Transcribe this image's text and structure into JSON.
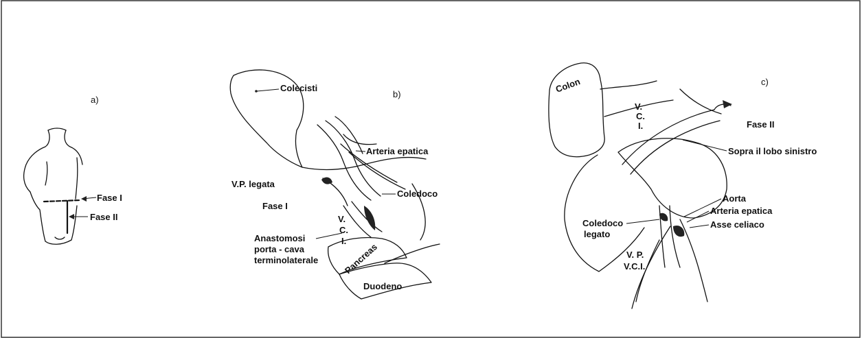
{
  "colors": {
    "ink": "#111111",
    "paper": "#ffffff",
    "frame": "#333333"
  },
  "panel_a": {
    "letter": "a)",
    "label_fase1": "Fase I",
    "label_fase2": "Fase II"
  },
  "panel_b": {
    "letter": "b)",
    "labels": {
      "colecisti": "Colecisti",
      "arteria_epatica": "Arteria epatica",
      "vp_legata": "V.P.  legata",
      "coledoco": "Coledoco",
      "fase1": "Fase I",
      "vci_v": "V.",
      "vci_c": "C.",
      "vci_i": "I.",
      "anastomosi_1": "Anastomosi",
      "anastomosi_2": "porta - cava",
      "anastomosi_3": "terminolaterale",
      "pancreas": "Pancreas",
      "duodeno": "Duodeno"
    }
  },
  "panel_c": {
    "letter": "c)",
    "labels": {
      "colon": "Colon",
      "vci_v": "V.",
      "vci_c": "C.",
      "vci_i": "I.",
      "fase2": "Fase II",
      "sopra_lobo": "Sopra il  lobo  sinistro",
      "aorta": "Aorta",
      "arteria_epatica": "Arteria epatica",
      "asse_celiaco": "Asse  celiaco",
      "coledoco_1": "Coledoco",
      "coledoco_2": "legato",
      "vp": "V. P.",
      "vci": "V.C.I."
    }
  }
}
